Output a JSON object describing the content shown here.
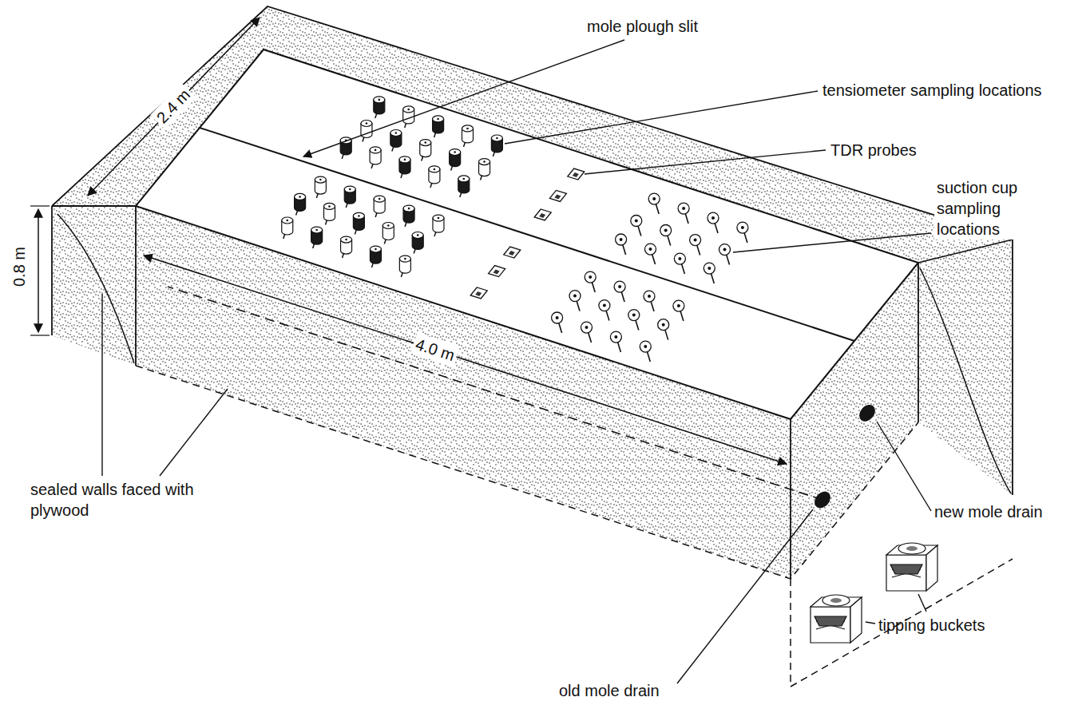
{
  "diagram": {
    "labels": [
      "mole plough slit",
      "tensiometer sampling locations",
      "TDR probes",
      "suction cup sampling locations",
      "2.4 m",
      "0.8 m",
      "4.0 m",
      "sealed walls faced with plywood",
      "new mole drain",
      "tipping buckets",
      "old mole drain"
    ]
  }
}
